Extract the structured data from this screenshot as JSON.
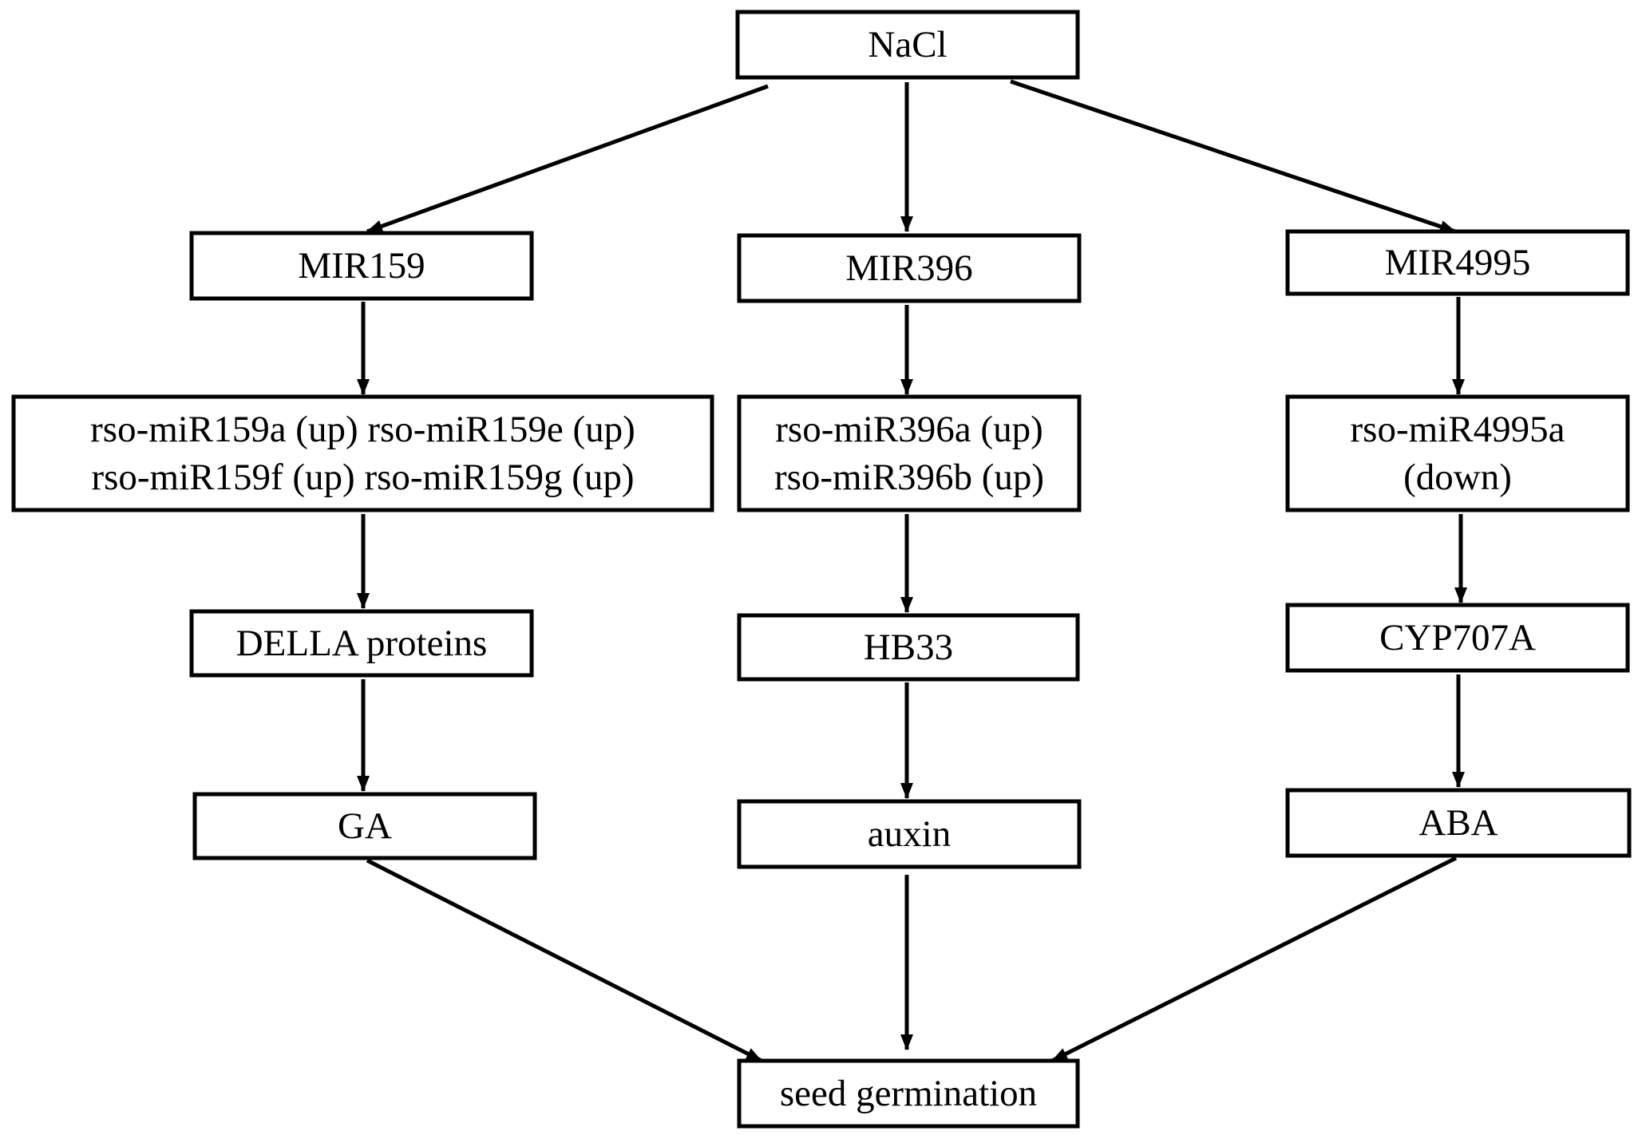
{
  "diagram": {
    "nodes": {
      "nacl": {
        "lines": [
          "NaCl"
        ]
      },
      "mir159": {
        "lines": [
          "MIR159"
        ]
      },
      "mir396": {
        "lines": [
          "MIR396"
        ]
      },
      "mir4995": {
        "lines": [
          "MIR4995"
        ]
      },
      "mir159_members": {
        "lines": [
          "rso-miR159a (up)  rso-miR159e (up)",
          "rso-miR159f (up)  rso-miR159g (up)"
        ]
      },
      "mir396_members": {
        "lines": [
          "rso-miR396a (up)",
          "rso-miR396b (up)"
        ]
      },
      "mir4995_members": {
        "lines": [
          "rso-miR4995a",
          "(down)"
        ]
      },
      "della": {
        "lines": [
          "DELLA proteins"
        ]
      },
      "hb33": {
        "lines": [
          "HB33"
        ]
      },
      "cyp707a": {
        "lines": [
          "CYP707A"
        ]
      },
      "ga": {
        "lines": [
          "GA"
        ]
      },
      "auxin": {
        "lines": [
          "auxin"
        ]
      },
      "aba": {
        "lines": [
          "ABA"
        ]
      },
      "seed_germination": {
        "lines": [
          "seed germination"
        ]
      }
    },
    "edges": [
      {
        "from": "nacl",
        "to": "mir159"
      },
      {
        "from": "nacl",
        "to": "mir396"
      },
      {
        "from": "nacl",
        "to": "mir4995"
      },
      {
        "from": "mir159",
        "to": "mir159_members"
      },
      {
        "from": "mir396",
        "to": "mir396_members"
      },
      {
        "from": "mir4995",
        "to": "mir4995_members"
      },
      {
        "from": "mir159_members",
        "to": "della"
      },
      {
        "from": "mir396_members",
        "to": "hb33"
      },
      {
        "from": "mir4995_members",
        "to": "cyp707a"
      },
      {
        "from": "della",
        "to": "ga"
      },
      {
        "from": "hb33",
        "to": "auxin"
      },
      {
        "from": "cyp707a",
        "to": "aba"
      },
      {
        "from": "ga",
        "to": "seed_germination"
      },
      {
        "from": "auxin",
        "to": "seed_germination"
      },
      {
        "from": "aba",
        "to": "seed_germination"
      }
    ]
  }
}
